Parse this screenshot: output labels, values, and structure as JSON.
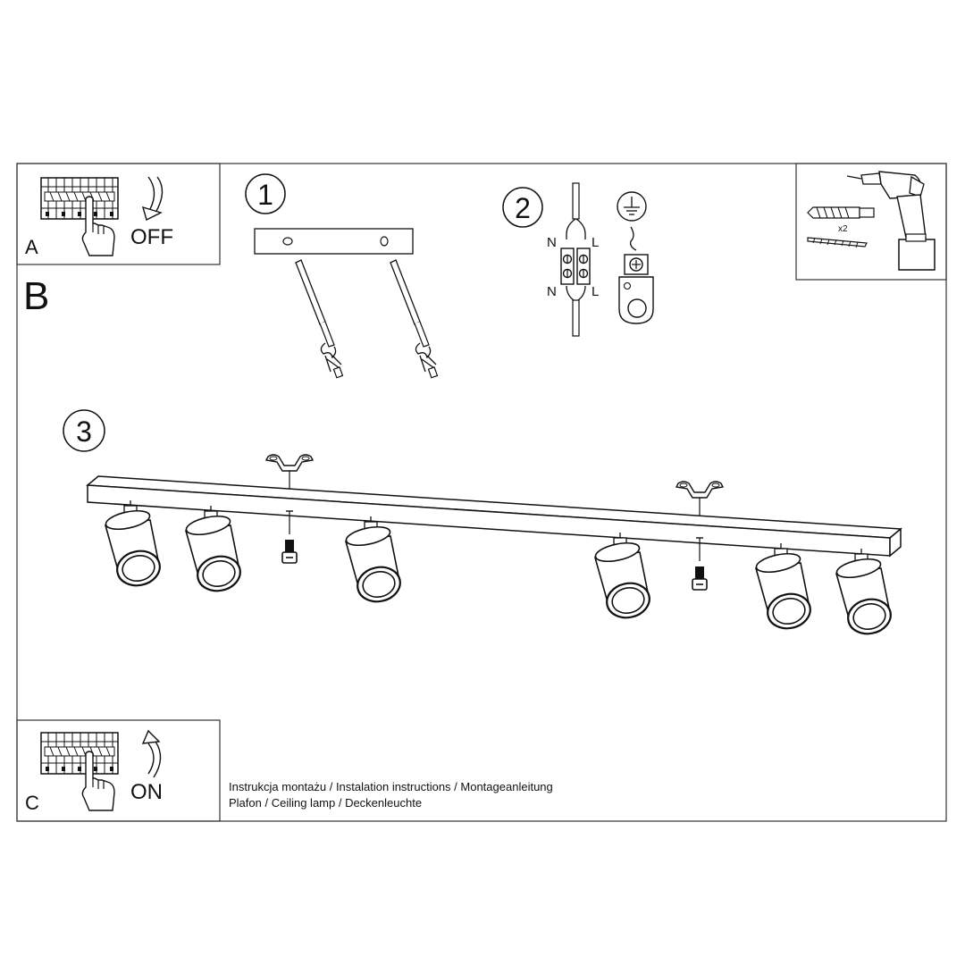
{
  "panels": {
    "a": {
      "letter": "A",
      "switch_label": "OFF"
    },
    "b": {
      "letter": "B"
    },
    "c": {
      "letter": "C",
      "switch_label": "ON"
    }
  },
  "steps": {
    "step1": "1",
    "step2": "2",
    "step3": "3"
  },
  "wiring": {
    "neutral_top": "N",
    "live_top": "L",
    "neutral_bottom": "N",
    "live_bottom": "L"
  },
  "tools": {
    "quantity": "x2"
  },
  "footer": {
    "line1": "Instrukcja montażu / Instalation instructions / Montageanleitung",
    "line2": "Plafon / Ceiling lamp / Deckenleuchte"
  }
}
